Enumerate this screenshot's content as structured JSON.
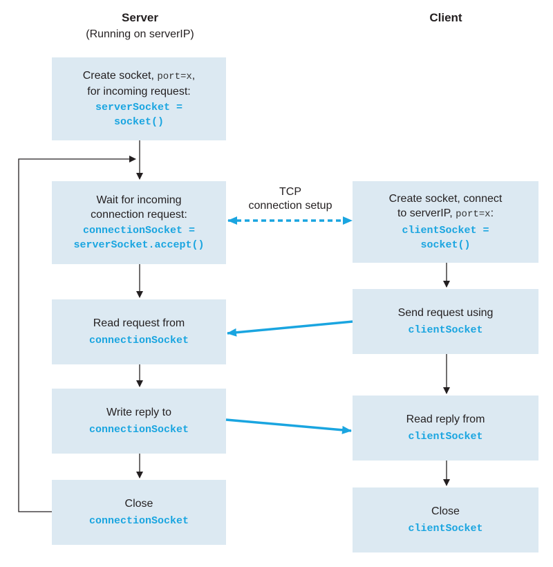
{
  "server": {
    "title": "Server",
    "subtitle": "(Running on serverIP)",
    "boxes": {
      "create": {
        "line1": "Create  socket, ",
        "line1_code": "port=x",
        "line1_end": ",",
        "line2": "for incoming request:",
        "code1": "serverSocket =",
        "code2": "socket()"
      },
      "wait": {
        "line1": "Wait for incoming",
        "line2": "connection request:",
        "code1": "connectionSocket =",
        "code2": "serverSocket.accept()"
      },
      "read": {
        "line1": "Read request from",
        "code1": "connectionSocket"
      },
      "write": {
        "line1": "Write reply to",
        "code1": "connectionSocket"
      },
      "close": {
        "line1": "Close",
        "code1": "connectionSocket"
      }
    }
  },
  "client": {
    "title": "Client",
    "boxes": {
      "create": {
        "line1": "Create socket, connect",
        "line2": "to serverIP, ",
        "line2_code": "port=x",
        "line2_end": ":",
        "code1": "clientSocket =",
        "code2": "socket()"
      },
      "send": {
        "line1": "Send request using",
        "code1": "clientSocket"
      },
      "read": {
        "line1": "Read reply from",
        "code1": "clientSocket"
      },
      "close": {
        "line1": "Close",
        "code1": "clientSocket"
      }
    }
  },
  "tcp": {
    "line1": "TCP",
    "line2": "connection setup"
  },
  "colors": {
    "box_fill": "#dce9f2",
    "code": "#1aa5e0",
    "arrow_blue": "#1aa5e0",
    "arrow_black": "#231f20"
  }
}
